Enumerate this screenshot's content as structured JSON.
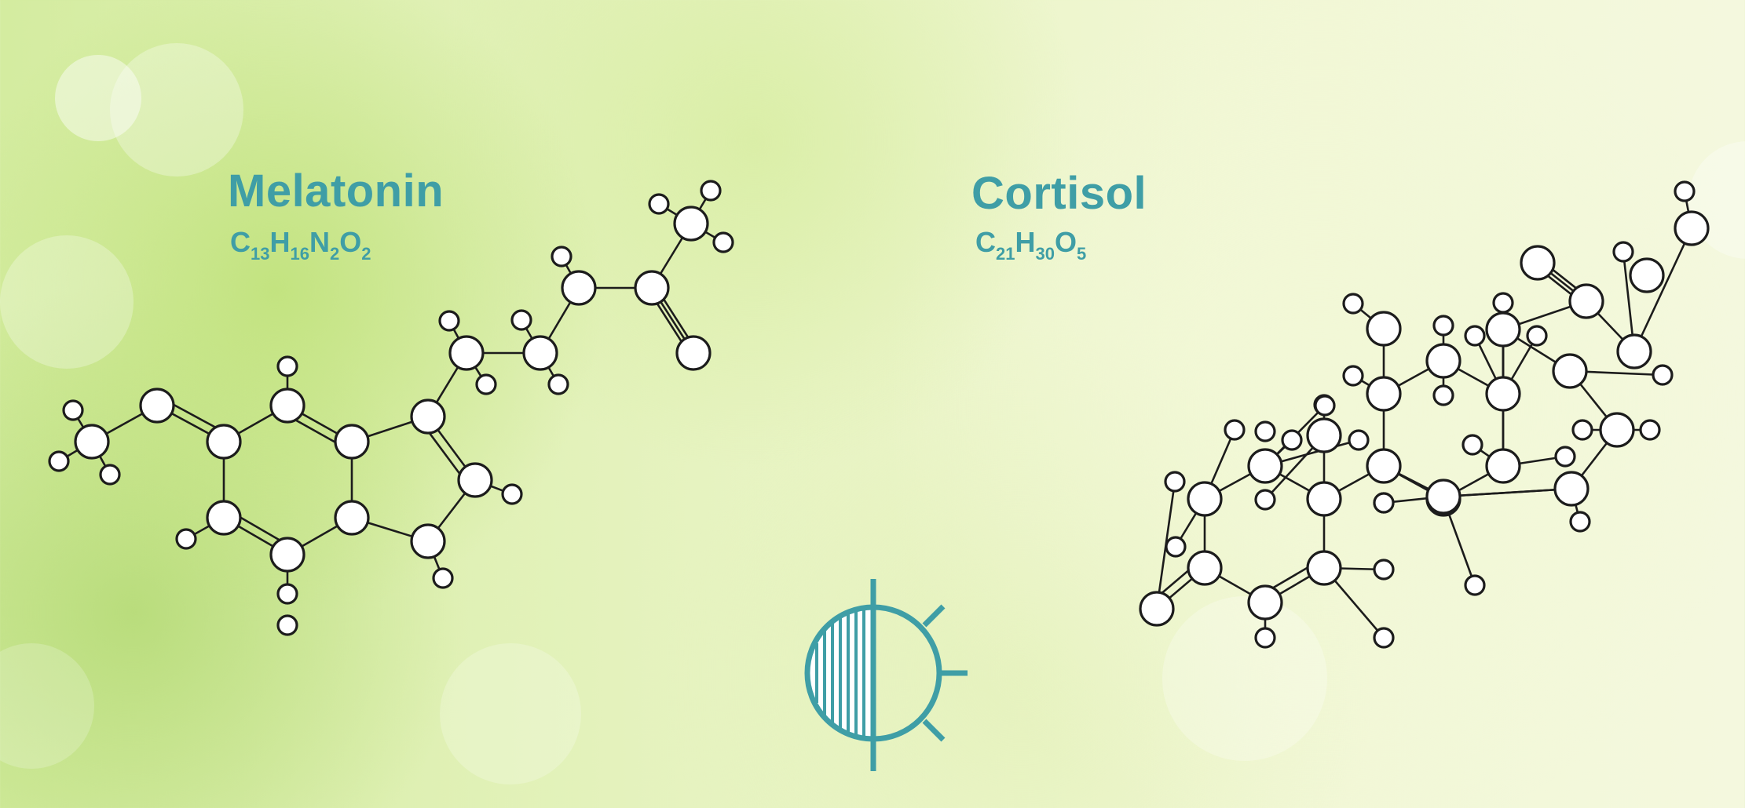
{
  "molecules": [
    {
      "name": "Melatonin",
      "formula": [
        {
          "el": "C",
          "n": "13"
        },
        {
          "el": "H",
          "n": "16"
        },
        {
          "el": "N",
          "n": "2"
        },
        {
          "el": "O",
          "n": "2"
        }
      ]
    },
    {
      "name": "Cortisol",
      "formula": [
        {
          "el": "C",
          "n": "21"
        },
        {
          "el": "H",
          "n": "30"
        },
        {
          "el": "O",
          "n": "5"
        }
      ]
    }
  ],
  "icons": {
    "center": "day-night-sun-icon"
  },
  "colors": {
    "accent": "#3f9ea6",
    "atom_fill": "#ffffff",
    "atom_stroke": "#1c1c1c"
  }
}
